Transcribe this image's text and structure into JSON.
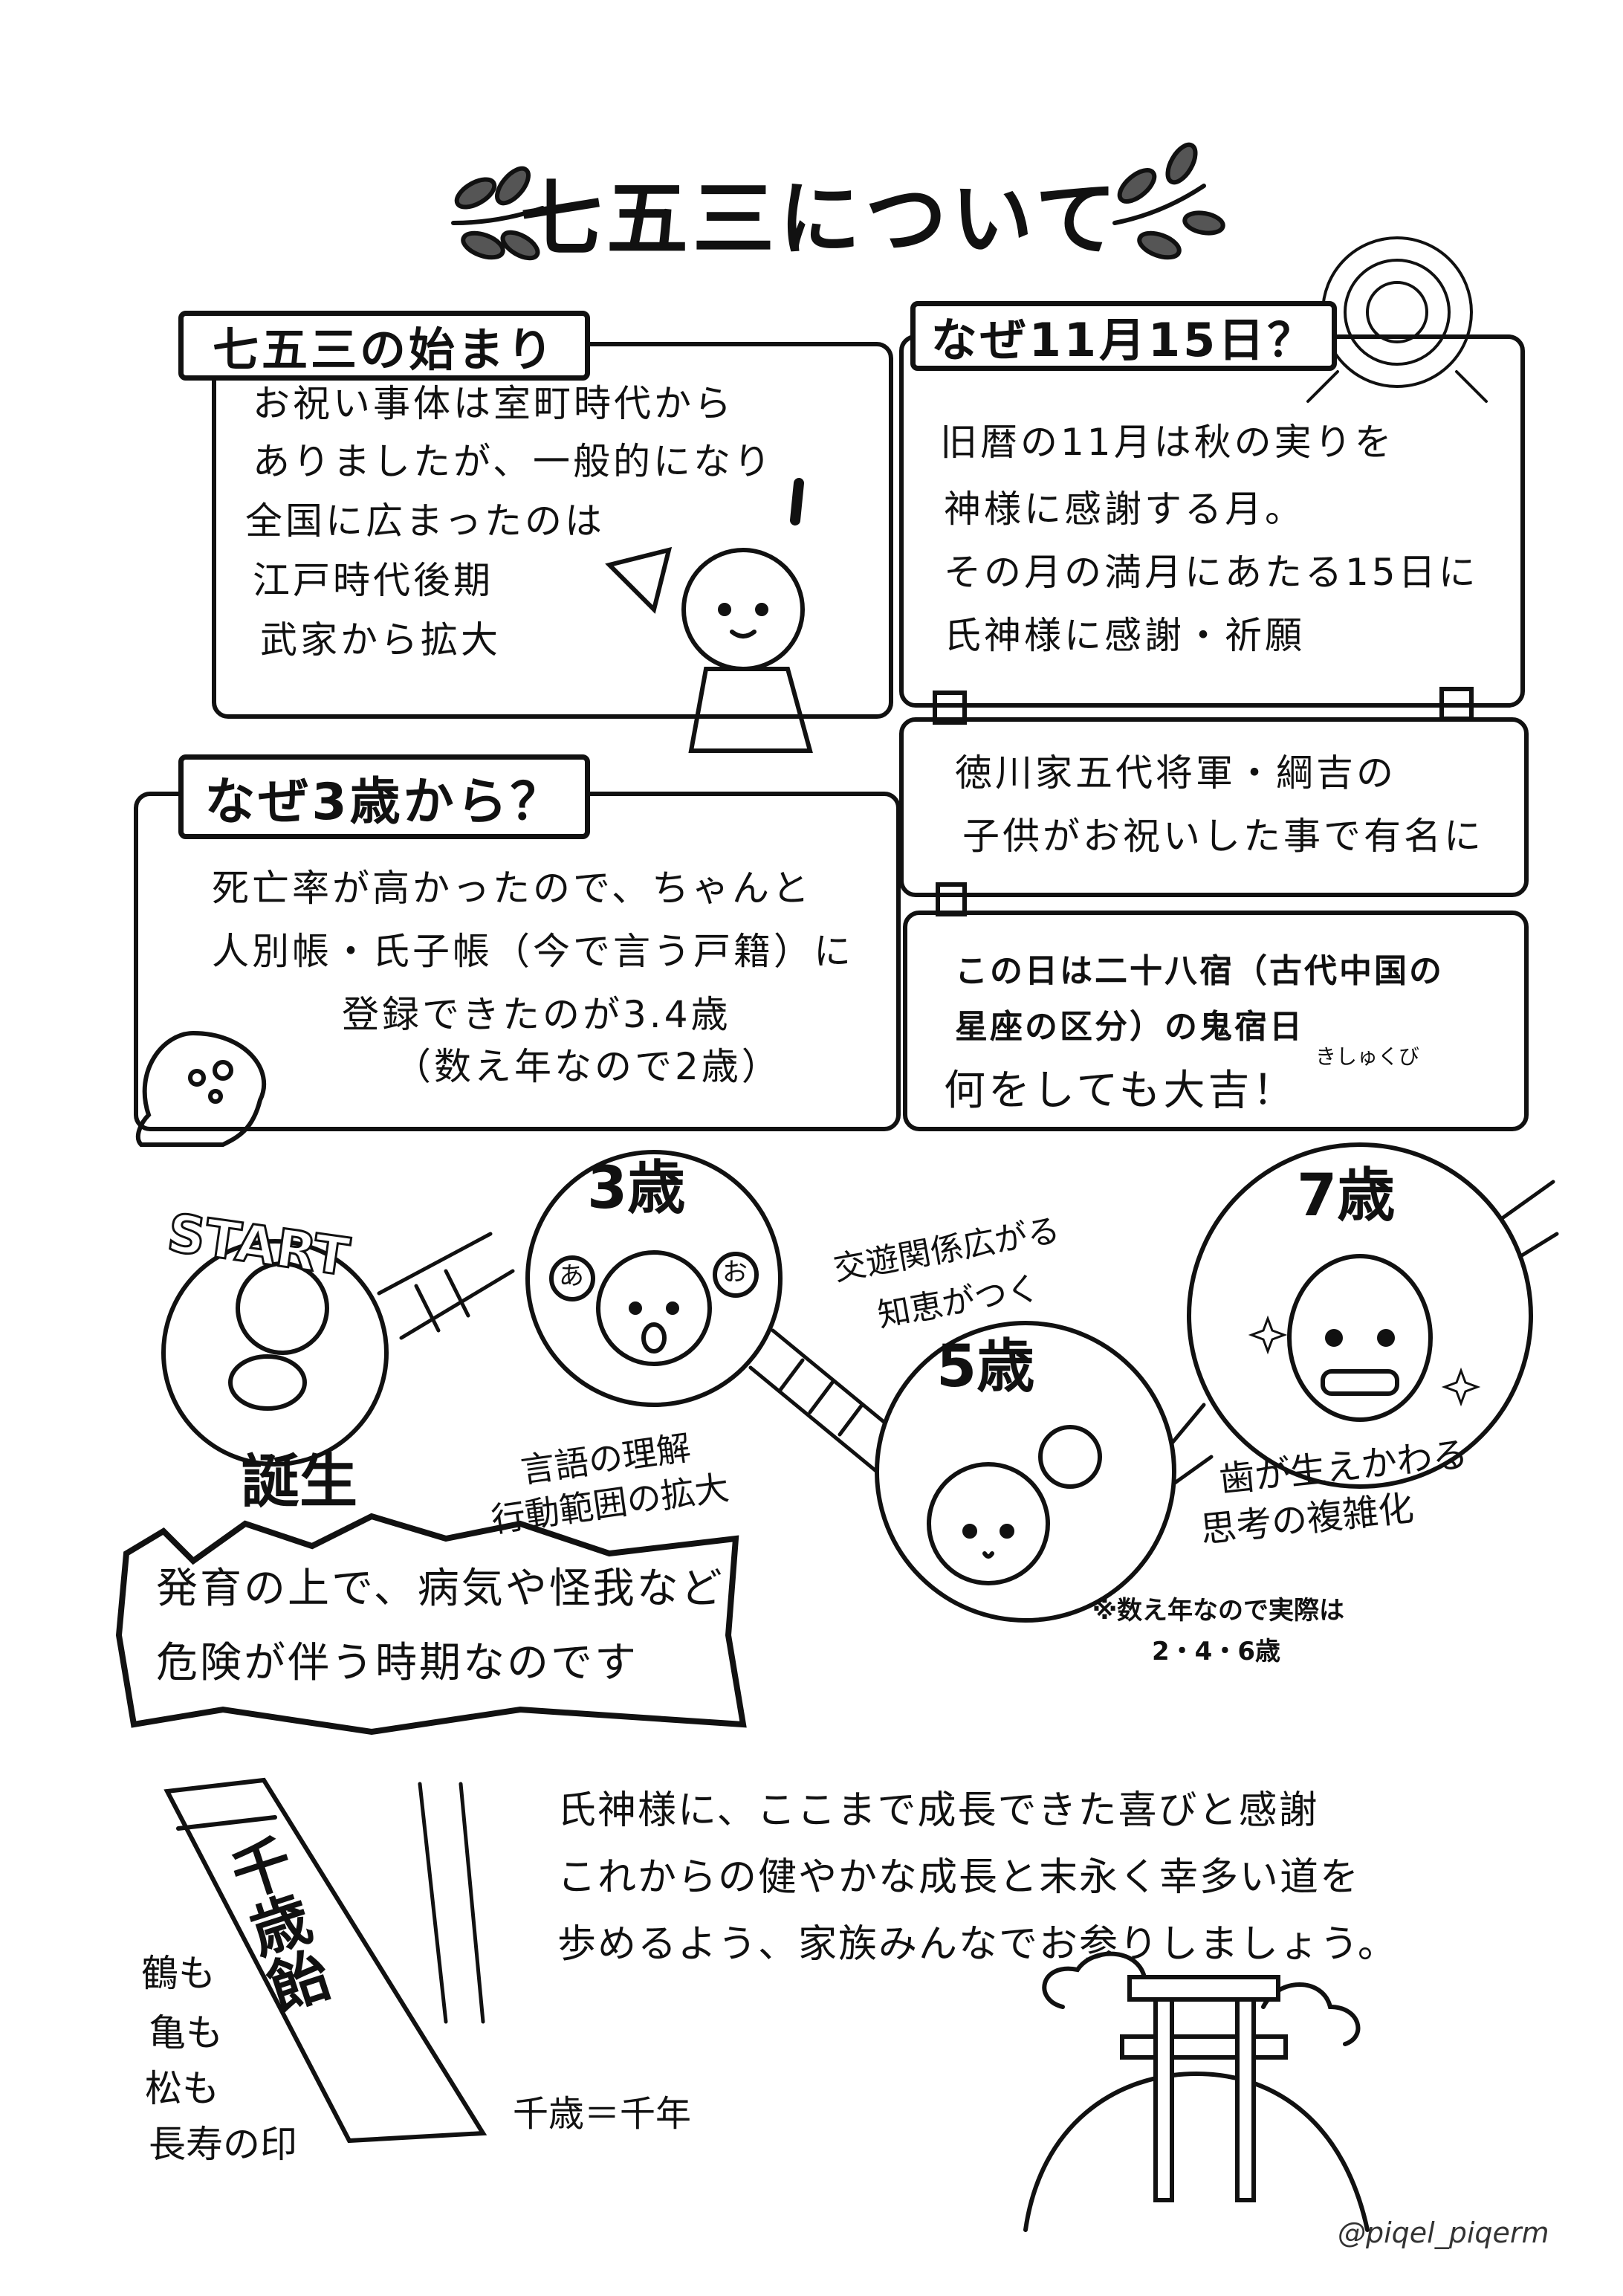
{
  "title": "七五三について",
  "origin": {
    "heading": "七五三の始まり",
    "lines": [
      "お祝い事体は室町時代から",
      "ありましたが、一般的になり",
      "全国に広まったのは",
      "江戸時代後期",
      "武家から拡大"
    ]
  },
  "nov15": {
    "heading": "なぜ11月15日？",
    "lines": [
      "旧暦の11月は秋の実りを",
      "神様に感謝する月。",
      "その月の満月にあたる15日に",
      "氏神様に感謝・祈願"
    ],
    "tokugawa_lines": [
      "徳川家五代将軍・綱吉の",
      "子供がお祝いした事で有名に"
    ],
    "kishuku_lines": [
      "この日は二十八宿（古代中国の",
      "星座の区分）の鬼宿日",
      "何をしても大吉！"
    ],
    "kishuku_ruby": "きしゅくび"
  },
  "age3": {
    "heading": "なぜ3歳から？",
    "lines": [
      "死亡率が高かったので、ちゃんと",
      "人別帳・氏子帳（今で言う戸籍）に",
      "登録できたのが3.4歳",
      "（数え年なので2歳）"
    ]
  },
  "timeline": {
    "start_label": "START",
    "birth_label": "誕生",
    "birth_note": [
      "発育の上で、病気や怪我など",
      "危険が伴う時期なのです"
    ],
    "age3_label": "3歳",
    "age3_bubbles": [
      "あ",
      "お"
    ],
    "age3_note": [
      "言語の理解",
      "行動範囲の拡大"
    ],
    "age5_label": "5歳",
    "age5_note": [
      "交遊関係広がる",
      "知恵がつく"
    ],
    "age7_label": "7歳",
    "age7_note": [
      "歯が生えかわる",
      "思考の複雑化"
    ],
    "footnote": [
      "※数え年なので実際は",
      "2・4・6歳"
    ]
  },
  "closing": {
    "lines": [
      "氏神様に、ここまで成長できた喜びと感謝",
      "これからの健やかな成長と末永く幸多い道を",
      "歩めるよう、家族みんなでお参りしましょう。"
    ]
  },
  "chitose": {
    "bag_text": "千歳飴",
    "longevity_lines": [
      "鶴も",
      "亀も",
      "松も",
      "長寿の印"
    ],
    "equation": "千歳＝千年"
  },
  "watermark": "@piqel_piqerm"
}
